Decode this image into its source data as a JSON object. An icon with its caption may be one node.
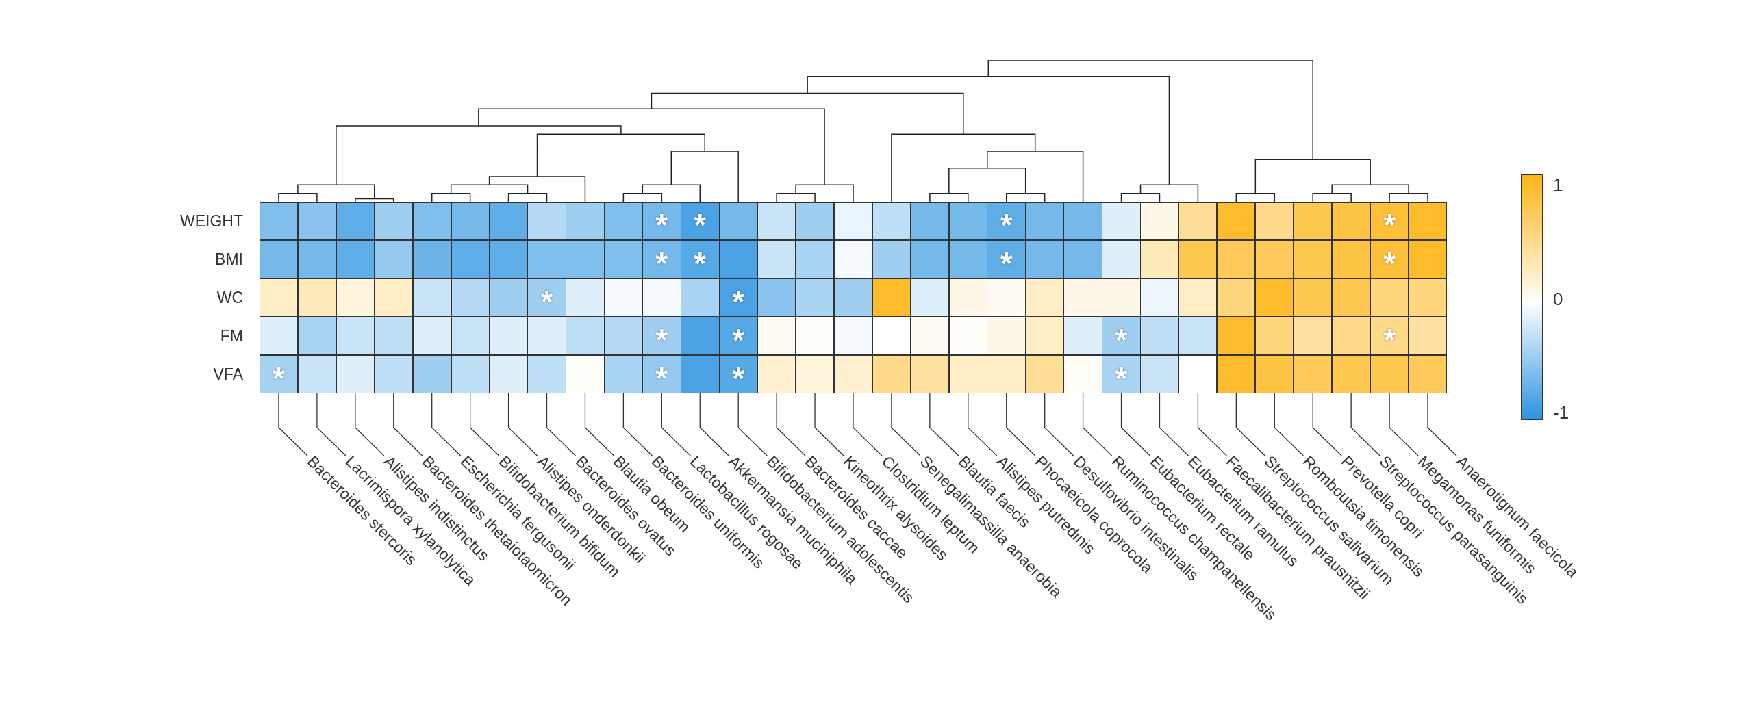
{
  "diagram": {
    "nodes": [
      {
        "text": [],
        "shape": "box"
      },
      {
        "text": [
          "Bacteroides stercoris"
        ]
      },
      {
        "text": [
          "Lacrimispora xylanolytica"
        ]
      },
      {
        "text": [
          "Alistipes indistinctus"
        ]
      },
      {
        "text": [
          "Bacteroides thetaiotaomicron"
        ]
      },
      {
        "text": [
          "Escherichia fergusonii"
        ]
      },
      {
        "text": [
          "Bifidobacterium bifidum"
        ]
      },
      {
        "text": [
          "Alistipes onderdonkii"
        ]
      },
      {
        "text": [
          "Bacteroides ovatus"
        ]
      },
      {
        "text": [
          "Blautia obeum"
        ]
      },
      {
        "text": [
          "Bacteroides uniformis"
        ]
      },
      {
        "text": [
          "Lactobacillus rogosae"
        ]
      },
      {
        "text": [
          "Akkermansia muciniphila"
        ]
      },
      {
        "text": [
          "Bifidobacterium adolescentis"
        ]
      },
      {
        "text": [
          "Bacteroides caccae"
        ]
      },
      {
        "text": [
          "Kineothrix alysoides"
        ]
      },
      {
        "text": [
          "Clostridium leptum"
        ]
      },
      {
        "text": [
          "Senegalimassilia anaerobia"
        ]
      },
      {
        "text": [
          "Blautia faecis"
        ]
      },
      {
        "text": [
          "Alistipes putredinis"
        ]
      },
      {
        "text": [
          "Phocaeicola coprocola"
        ]
      },
      {
        "text": [
          "Desulfovibrio intestinalis"
        ]
      },
      {
        "text": [
          "Ruminococcus champanellensis"
        ]
      },
      {
        "text": [
          "Eubacterium rectale"
        ]
      },
      {
        "text": [
          "Eubacterium ramulus"
        ]
      },
      {
        "text": [
          "Faecalibacterium prausnitzii"
        ]
      },
      {
        "text": [
          "Streptococcus salivarium"
        ]
      },
      {
        "text": [
          "Romboutsia timonensis"
        ]
      },
      {
        "text": [
          "Prevotella copri"
        ]
      },
      {
        "text": [
          "Streptococcus parasanguinis"
        ]
      },
      {
        "text": [
          "Megamonas funiformis"
        ]
      },
      {
        "text": [
          "Anaerotignum faecicola"
        ]
      }
    ],
    "edges": [
      {
        "from": 1,
        "to": 0,
        "arrow": "none"
      },
      {
        "from": 2,
        "to": 0,
        "arrow": "none"
      },
      {
        "from": 3,
        "to": 0,
        "arrow": "none"
      },
      {
        "from": 4,
        "to": 0,
        "arrow": "none"
      },
      {
        "from": 5,
        "to": 0,
        "arrow": "none"
      },
      {
        "from": 6,
        "to": 0,
        "arrow": "none"
      },
      {
        "from": 7,
        "to": 0,
        "arrow": "none"
      },
      {
        "from": 8,
        "to": 0,
        "arrow": "none"
      },
      {
        "from": 9,
        "to": 0,
        "arrow": "none"
      },
      {
        "from": 10,
        "to": 0,
        "arrow": "none"
      },
      {
        "from": 11,
        "to": 0,
        "arrow": "none"
      },
      {
        "from": 12,
        "to": 0,
        "arrow": "none"
      },
      {
        "from": 13,
        "to": 0,
        "arrow": "none"
      },
      {
        "from": 14,
        "to": 0,
        "arrow": "none"
      },
      {
        "from": 15,
        "to": 0,
        "arrow": "none"
      },
      {
        "from": 16,
        "to": 0,
        "arrow": "none"
      },
      {
        "from": 17,
        "to": 0,
        "arrow": "none"
      },
      {
        "from": 18,
        "to": 0,
        "arrow": "none"
      },
      {
        "from": 19,
        "to": 0,
        "arrow": "none"
      },
      {
        "from": 20,
        "to": 0,
        "arrow": "none"
      },
      {
        "from": 21,
        "to": 0,
        "arrow": "none"
      },
      {
        "from": 22,
        "to": 0,
        "arrow": "none"
      },
      {
        "from": 23,
        "to": 0,
        "arrow": "none"
      },
      {
        "from": 24,
        "to": 0,
        "arrow": "none"
      },
      {
        "from": 25,
        "to": 0,
        "arrow": "none"
      },
      {
        "from": 26,
        "to": 0,
        "arrow": "none"
      },
      {
        "from": 27,
        "to": 0,
        "arrow": "none"
      },
      {
        "from": 28,
        "to": 0,
        "arrow": "none"
      },
      {
        "from": 29,
        "to": 0,
        "arrow": "none"
      },
      {
        "from": 30,
        "to": 0,
        "arrow": "none"
      },
      {
        "from": 31,
        "to": 0,
        "arrow": "none"
      }
    ],
    "labels": [
      "WEIGHT",
      "*",
      "*",
      "*",
      "*",
      "BMI",
      "*",
      "*",
      "*",
      "*",
      "WC",
      "*",
      "*",
      "FM",
      "*",
      "*",
      "*",
      "*",
      "VFA",
      "*",
      "*",
      "*",
      "*",
      "1",
      "0",
      "-1"
    ]
  }
}
